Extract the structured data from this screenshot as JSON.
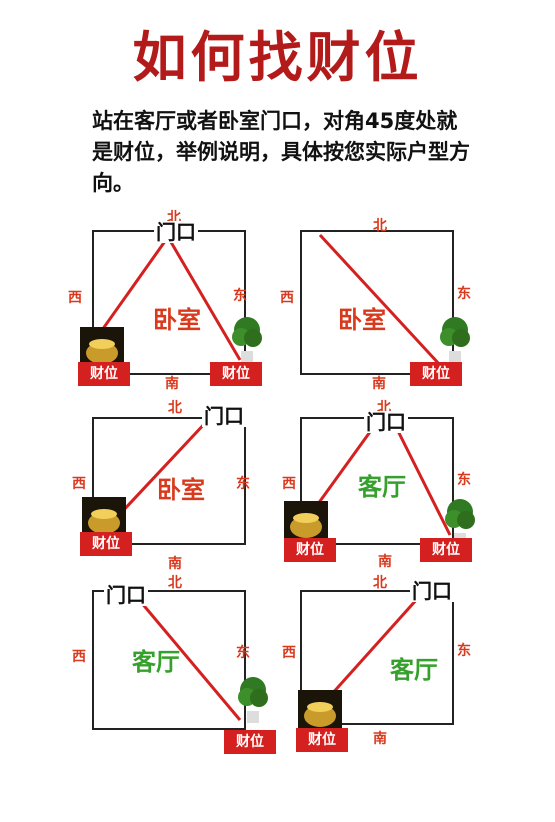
{
  "title": "如何找财位",
  "description": "站在客厅或者卧室门口，对角45度处就是财位，举例说明，具体按您实际户型方向。",
  "dirs": {
    "north": "北",
    "south": "南",
    "east": "东",
    "west": "西"
  },
  "door_label": "门口",
  "wealth_label": "财位",
  "rooms": {
    "bedroom": "卧室",
    "living": "客厅"
  },
  "colors": {
    "title": "#b31b1b",
    "line": "#d52020",
    "dir": "#d93a1e",
    "living": "#35a02b",
    "bedroom": "#d93a1e"
  },
  "icons": [
    "gold-pot-icon",
    "potted-plant-icon"
  ]
}
